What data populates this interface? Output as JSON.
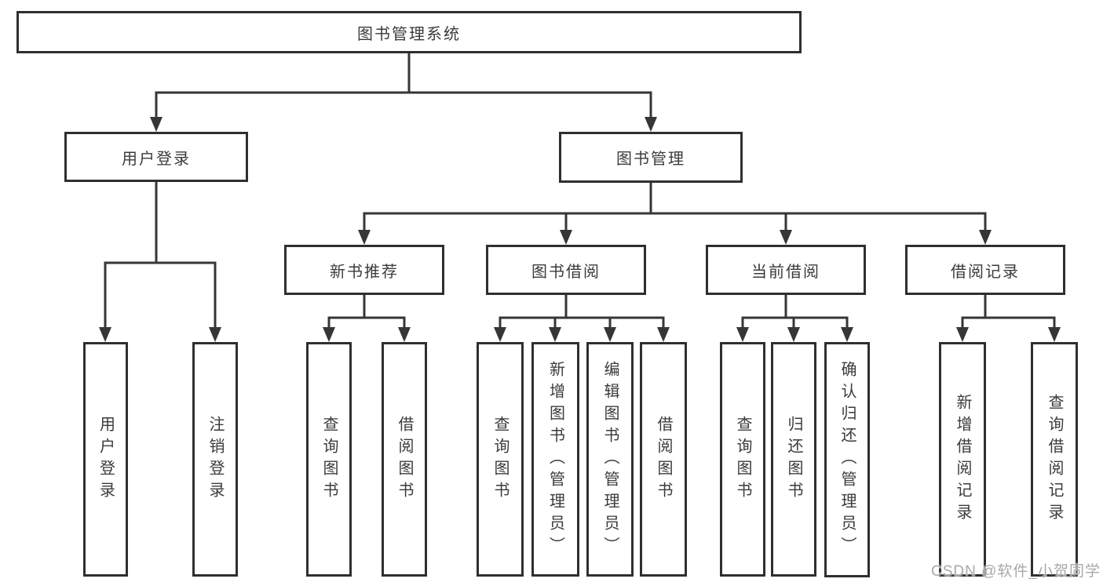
{
  "tree": {
    "root": {
      "label": "图书管理系统"
    },
    "branches": [
      {
        "label": "用户登录",
        "children": [
          {
            "label": "用户登录"
          },
          {
            "label": "注销登录"
          }
        ]
      },
      {
        "label": "图书管理",
        "children": [
          {
            "label": "新书推荐",
            "children": [
              {
                "label": "查询图书"
              },
              {
                "label": "借阅图书"
              }
            ]
          },
          {
            "label": "图书借阅",
            "children": [
              {
                "label": "查询图书"
              },
              {
                "label": "新增图书（管理员）"
              },
              {
                "label": "编辑图书（管理员）"
              },
              {
                "label": "借阅图书"
              }
            ]
          },
          {
            "label": "当前借阅",
            "children": [
              {
                "label": "查询图书"
              },
              {
                "label": "归还图书"
              },
              {
                "label": "确认归还（管理员）"
              }
            ]
          },
          {
            "label": "借阅记录",
            "children": [
              {
                "label": "新增借阅记录"
              },
              {
                "label": "查询借阅记录"
              }
            ]
          }
        ]
      }
    ]
  },
  "watermark": "CSDN @软件_小贺同学",
  "colors": {
    "line": "#363636",
    "box_border": "#2f2f2f",
    "text": "#3b3b3b",
    "background": "#ffffff",
    "watermark_text": "#a8a8a8"
  }
}
